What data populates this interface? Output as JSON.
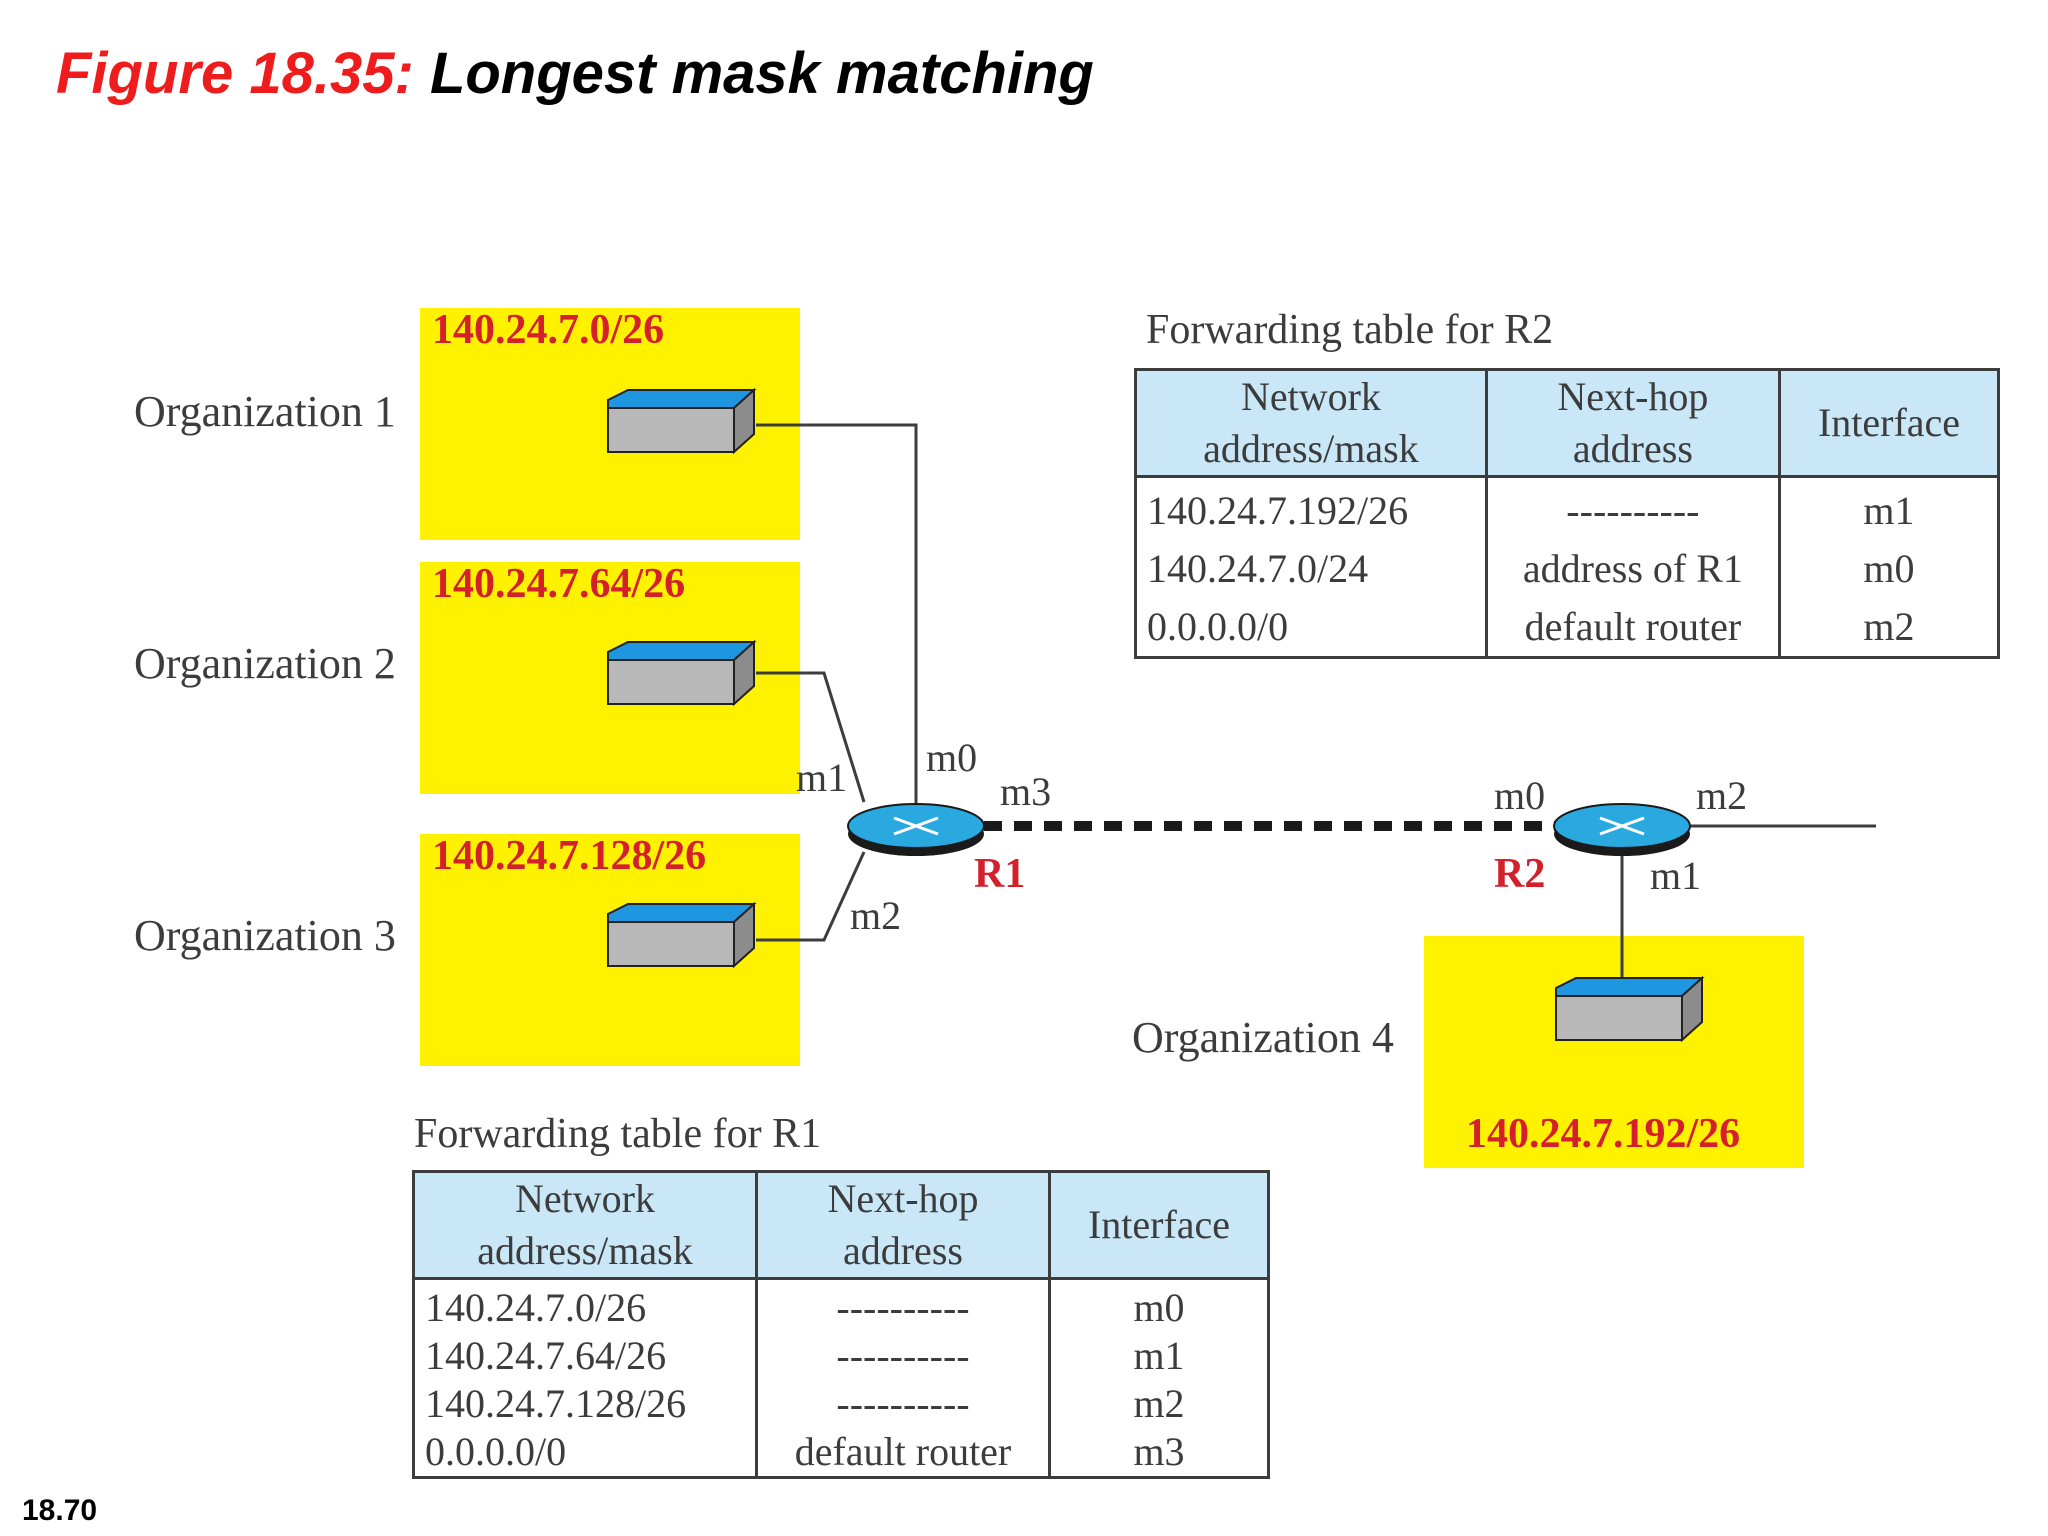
{
  "title": {
    "prefix": "Figure 18.35:",
    "text": "Longest mask matching"
  },
  "slide_number": "18.70",
  "organizations": [
    {
      "label": "Organization 1",
      "network": "140.24.7.0/26"
    },
    {
      "label": "Organization 2",
      "network": "140.24.7.64/26"
    },
    {
      "label": "Organization 3",
      "network": "140.24.7.128/26"
    },
    {
      "label": "Organization 4",
      "network": "140.24.7.192/26"
    }
  ],
  "routers": {
    "r1": {
      "name": "R1",
      "ports": {
        "m0": "m0",
        "m1": "m1",
        "m2": "m2",
        "m3": "m3"
      }
    },
    "r2": {
      "name": "R2",
      "ports": {
        "m0": "m0",
        "m1": "m1",
        "m2": "m2"
      }
    }
  },
  "colors": {
    "org_fill": "#fff200",
    "network_label": "#d4202a",
    "table_header": "#c9e7f7",
    "title_prefix": "#ee1c1c",
    "router_top": "#2aa9e0"
  },
  "icons": {
    "router": "router-icon",
    "host": "switch-box-icon"
  },
  "tables": {
    "r2": {
      "caption": "Forwarding table for R2",
      "headers": [
        "Network\naddress/mask",
        "Next-hop\naddress",
        "Interface"
      ],
      "rows": [
        [
          "140.24.7.192/26",
          "----------",
          "m1"
        ],
        [
          "140.24.7.0/24",
          "address of R1",
          "m0"
        ],
        [
          "0.0.0.0/0",
          "default router",
          "m2"
        ]
      ]
    },
    "r1": {
      "caption": "Forwarding table for R1",
      "headers": [
        "Network\naddress/mask",
        "Next-hop\naddress",
        "Interface"
      ],
      "rows": [
        [
          "140.24.7.0/26",
          "----------",
          "m0"
        ],
        [
          "140.24.7.64/26",
          "----------",
          "m1"
        ],
        [
          "140.24.7.128/26",
          "----------",
          "m2"
        ],
        [
          "0.0.0.0/0",
          "default router",
          "m3"
        ]
      ]
    }
  }
}
